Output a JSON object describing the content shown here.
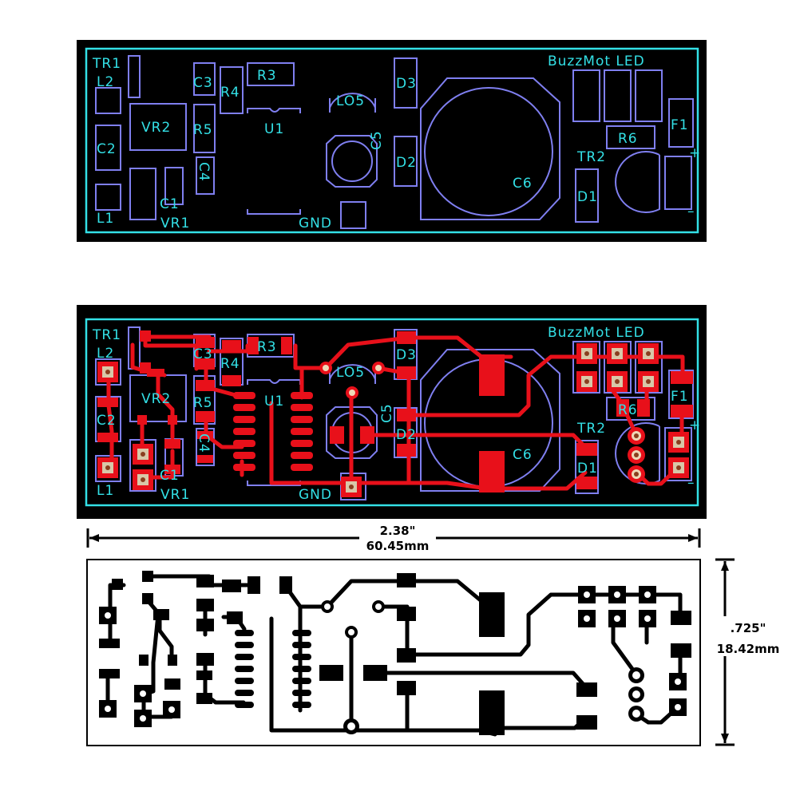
{
  "colors": {
    "board": "#000000",
    "outline": "#33e0e6",
    "silkscreen": "#7f7ff0",
    "copper": "#e8101a",
    "background": "#ffffff"
  },
  "silkscreen_view": {
    "labels": {
      "tr1": "TR1",
      "l2": "L2",
      "c2": "C2",
      "l1": "L1",
      "vr2": "VR2",
      "c1": "C1",
      "vr1": "VR1",
      "c3": "C3",
      "r4": "R4",
      "r5": "R5",
      "c4": "C4",
      "r3": "R3",
      "u1": "U1",
      "lo5": "LO5",
      "c5": "C5",
      "gnd": "GND",
      "d3": "D3",
      "d2": "D2",
      "c6": "C6",
      "title": "BuzzMot LED",
      "r6": "R6",
      "tr2": "TR2",
      "d1": "D1",
      "f1": "F1",
      "plus": "+",
      "minus": "–"
    }
  },
  "copper_view": {
    "labels": {
      "tr1": "TR1",
      "l2": "L2",
      "c2": "C2",
      "l1": "L1",
      "vr2": "VR2",
      "c1": "C1",
      "vr1": "VR1",
      "c3": "C3",
      "r4": "R4",
      "r5": "R5",
      "c4": "C4",
      "r3": "R3",
      "u1": "U1",
      "lo5": "LO5",
      "c5": "C5",
      "gnd": "GND",
      "d3": "D3",
      "d2": "D2",
      "c6": "C6",
      "title": "BuzzMot LED",
      "r6": "R6",
      "tr2": "TR2",
      "d1": "D1",
      "f1": "F1",
      "plus": "+",
      "minus": "–"
    }
  },
  "dimensions": {
    "width_in": "2.38\"",
    "width_mm": "60.45mm",
    "height_in": ".725\"",
    "height_mm": "18.42mm"
  }
}
